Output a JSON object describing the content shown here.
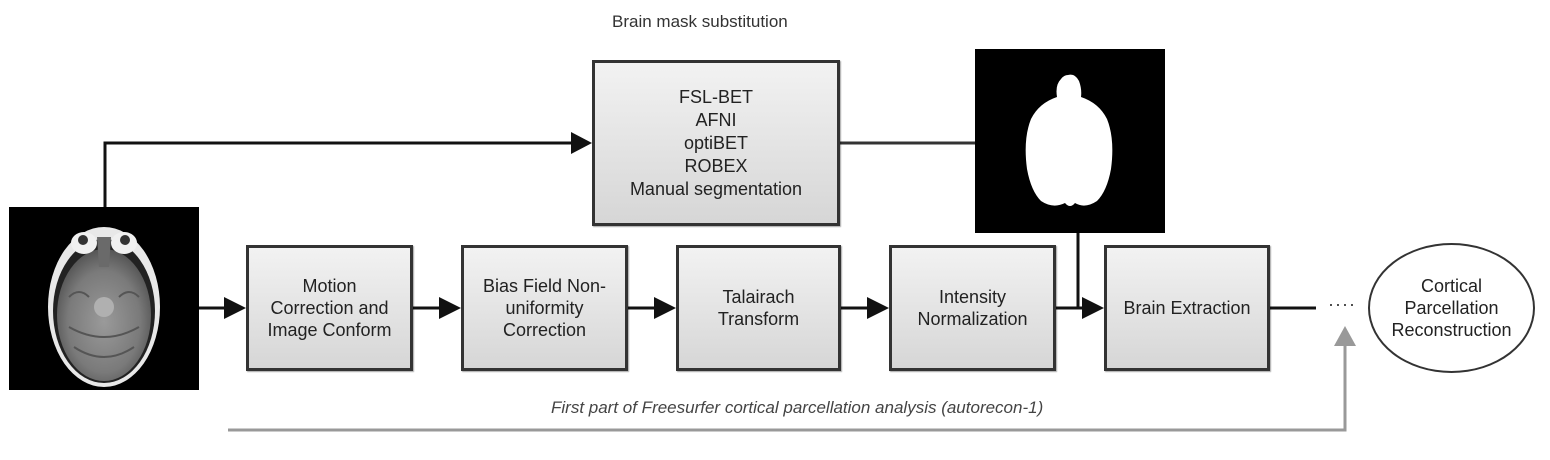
{
  "labels": {
    "top_caption": "Brain mask substitution",
    "bottom_caption": "First part of Freesurfer cortical parcellation analysis (autorecon-1)",
    "ellipsis": "····"
  },
  "substitution_box": {
    "lines": [
      "FSL-BET",
      "AFNI",
      "optiBET",
      "ROBEX",
      "Manual segmentation"
    ]
  },
  "pipeline_steps": [
    {
      "label": "Motion\nCorrection and\nImage Conform"
    },
    {
      "label": "Bias Field Non-\nuniformity\nCorrection"
    },
    {
      "label": "Talairach\nTransform"
    },
    {
      "label": "Intensity\nNormalization"
    },
    {
      "label": "Brain Extraction"
    }
  ],
  "final_node": {
    "label": "Cortical\nParcellation\nReconstruction"
  },
  "images": {
    "input": "t1-mri-axial-slice",
    "mask": "binary-brain-mask"
  }
}
